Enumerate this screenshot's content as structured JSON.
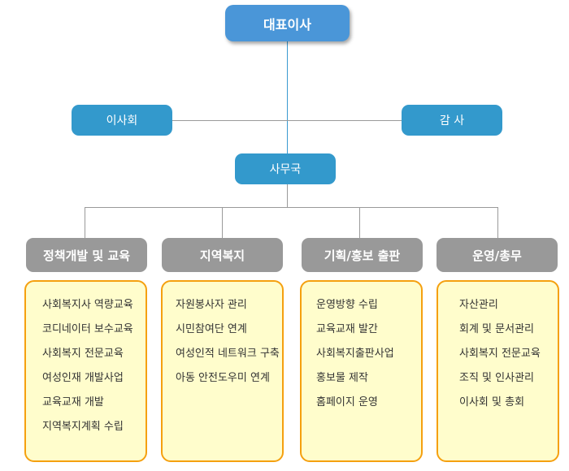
{
  "org_chart": {
    "ceo": {
      "label": "대표이사"
    },
    "board": {
      "label": "이사회"
    },
    "auditor": {
      "label": "감 사"
    },
    "secretariat": {
      "label": "사무국"
    },
    "departments": [
      {
        "label": "정책개발 및 교육",
        "items": [
          "사회복지사 역량교육",
          "코디네이터 보수교육",
          "사회복지 전문교육",
          "여성인재 개발사업",
          "교육교재 개발",
          "지역복지계획 수립"
        ]
      },
      {
        "label": "지역복지",
        "items": [
          "자원봉사자 관리",
          "시민참여단 연계",
          "여성인적 네트워크 구축",
          "아동 안전도우미 연계"
        ]
      },
      {
        "label": "기획/홍보 출판",
        "items": [
          "운영방향 수립",
          "교육교재 발간",
          "사회복지출판사업",
          "홍보물 제작",
          "홈페이지 운영"
        ]
      },
      {
        "label": "운영/총무",
        "items": [
          "자산관리",
          "회계 및 문서관리",
          "사회복지 전문교육",
          "조직 및 인사관리",
          "이사회 및 총회"
        ]
      }
    ]
  },
  "colors": {
    "ceo": "#4a96d8",
    "primary_node": "#3399cc",
    "department_header": "#999999",
    "department_box_fill": "#fffdcc",
    "department_box_border": "#f5a00f",
    "connector_gray": "#9a9a9a",
    "connector_blue": "#3a9ad0"
  }
}
